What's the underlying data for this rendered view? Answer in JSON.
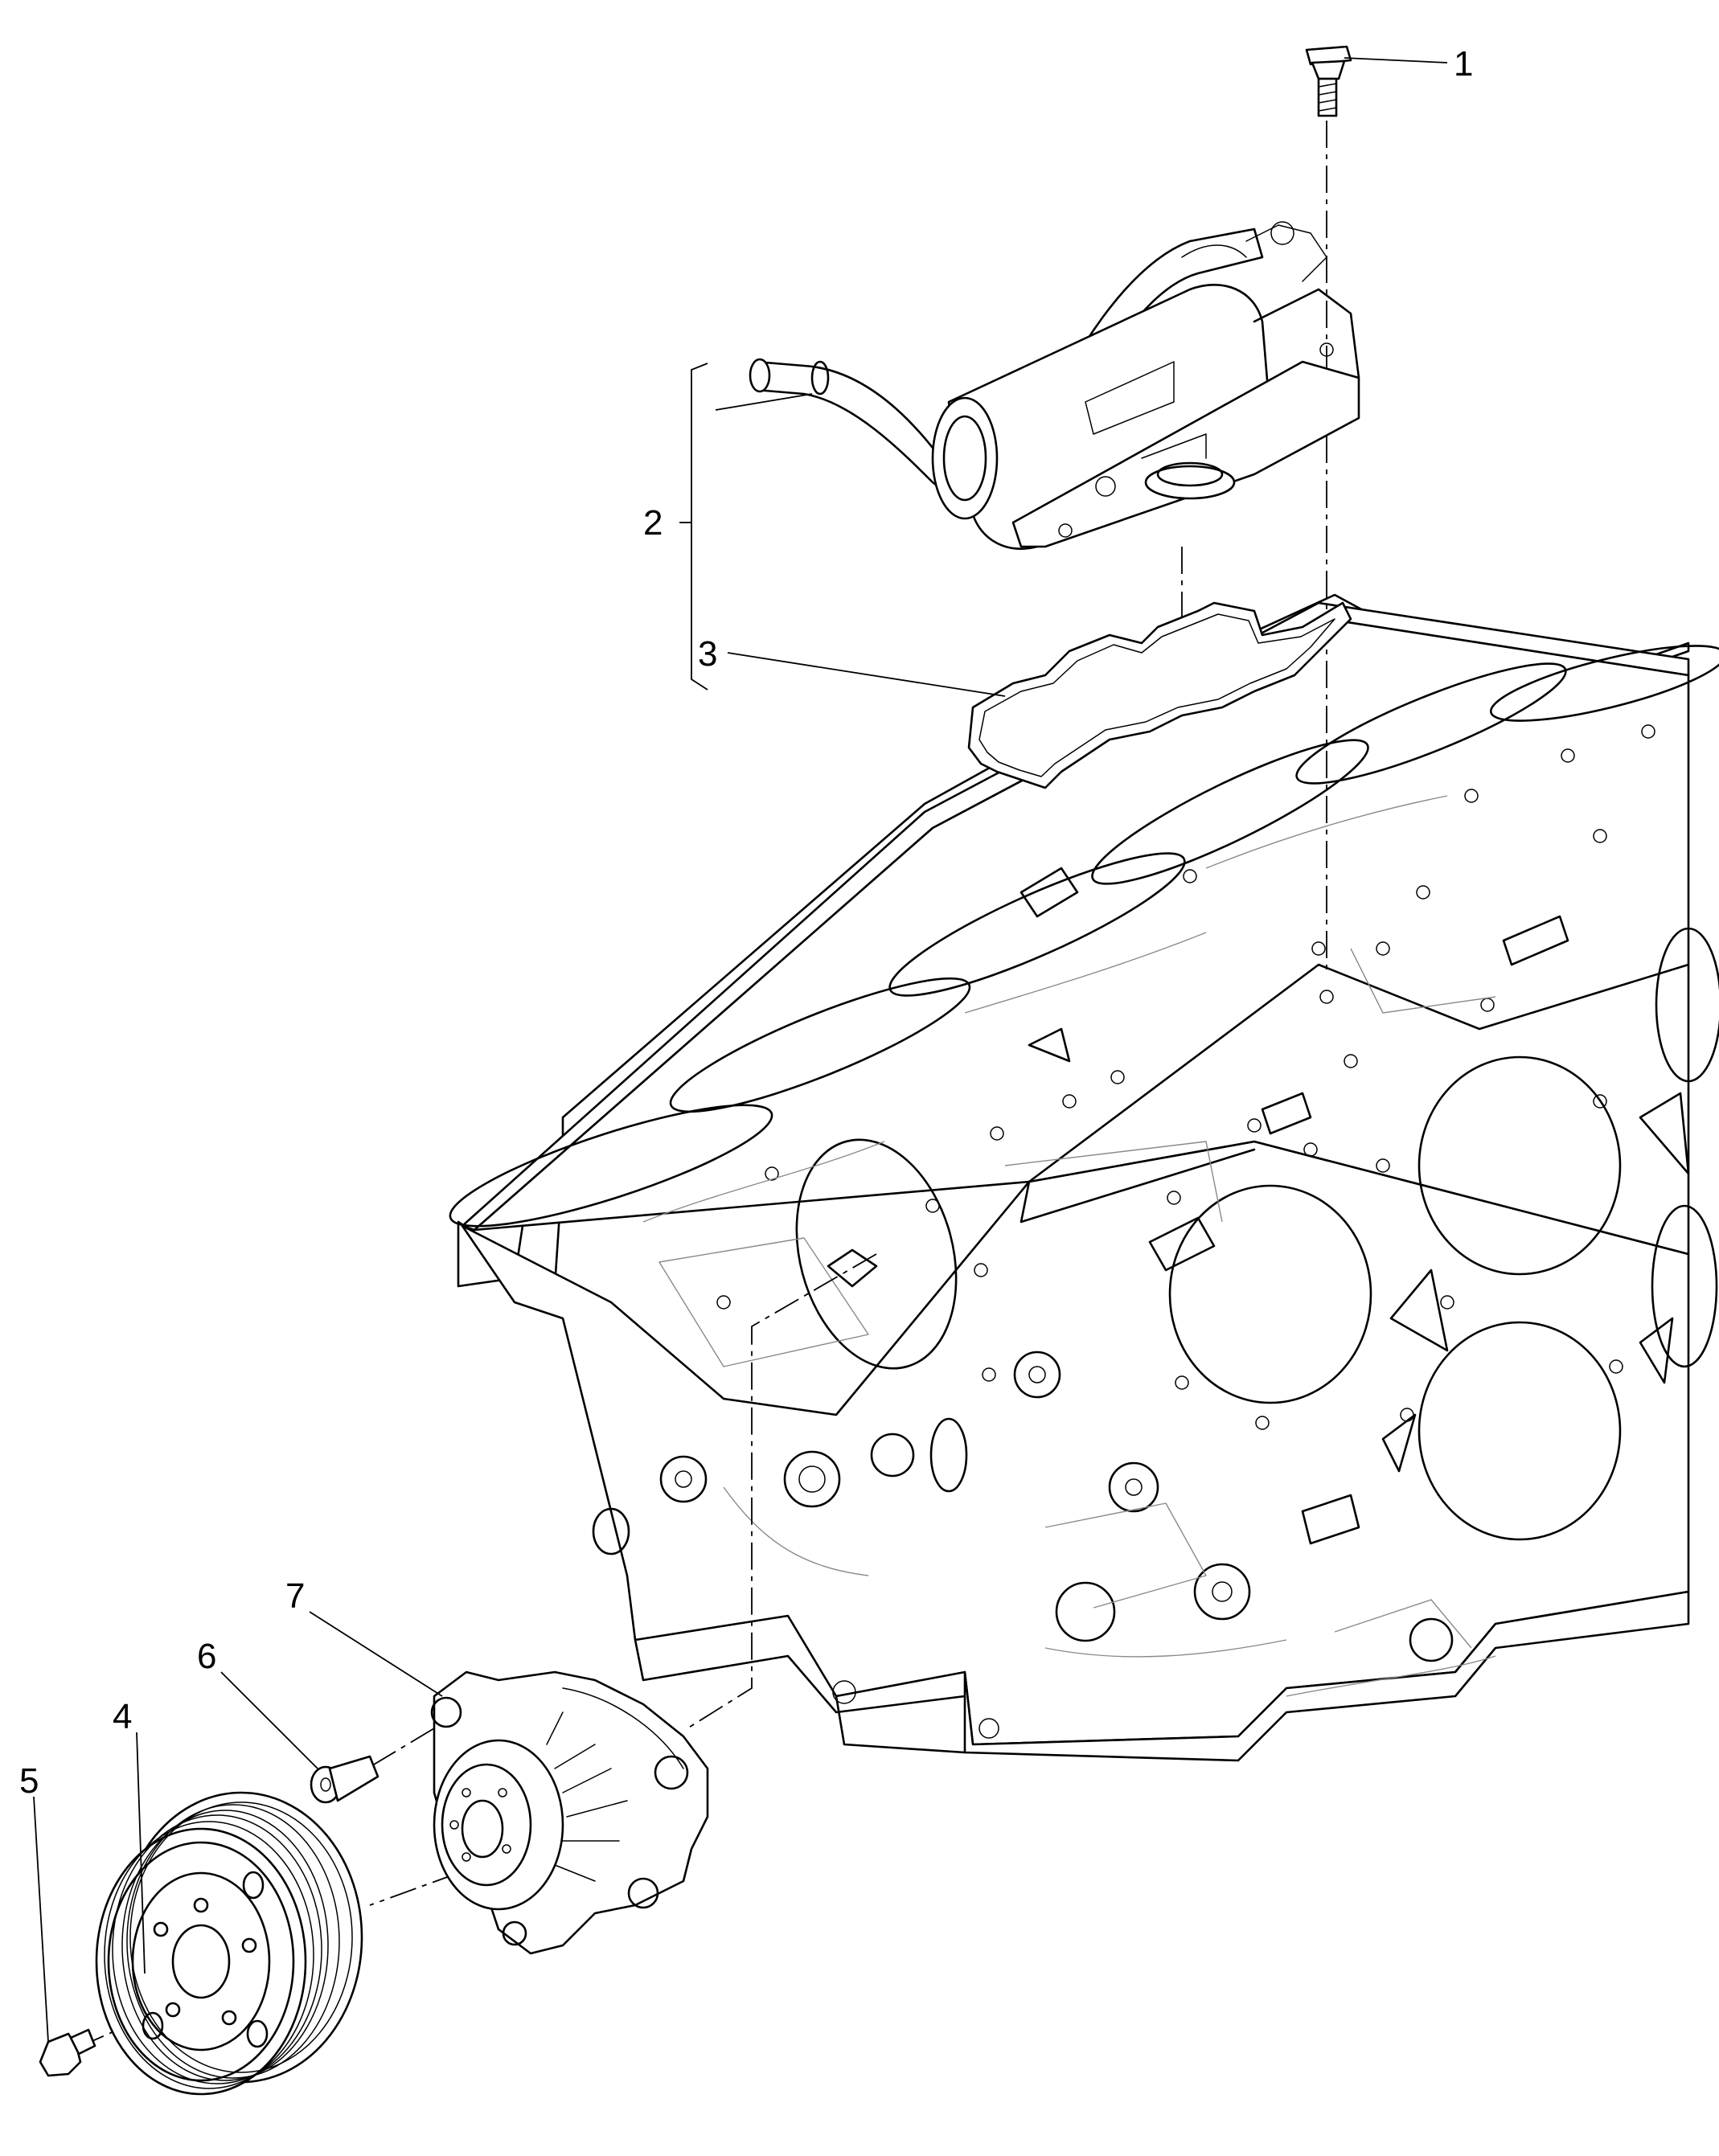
{
  "callouts": [
    {
      "id": "1",
      "part": "bolt"
    },
    {
      "id": "2",
      "part": "egr-cooler-assembly"
    },
    {
      "id": "3",
      "part": "gasket"
    },
    {
      "id": "4",
      "part": "pulley"
    },
    {
      "id": "5",
      "part": "bolt"
    },
    {
      "id": "6",
      "part": "bolt"
    },
    {
      "id": "7",
      "part": "water-pump"
    }
  ],
  "colors": {
    "line": "#000000",
    "detail": "#8a8a8a",
    "background": "#ffffff"
  }
}
